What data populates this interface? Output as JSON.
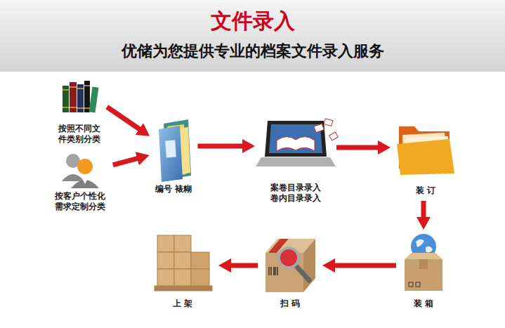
{
  "diagram": {
    "title": "文件录入",
    "nodes": [
      {
        "text": [
          "按照不同文件类别分类"
        ]
      },
      {
        "text": [
          "按客户个性化需求定制分类"
        ]
      },
      {
        "text": [
          "编号 裱糊"
        ]
      },
      {
        "text": [
          "案卷目录录入 卷内目录录入"
        ]
      },
      {
        "text": [
          "装 订"
        ]
      },
      {
        "text": [
          "装 箱"
        ]
      },
      {
        "text": [
          "扫 码"
        ]
      },
      {
        "text": [
          "上 架"
        ]
      }
    ],
    "edges": [
      {
        "from": 0,
        "to": 2,
        "arrow": "to"
      },
      {
        "from": 1,
        "to": 2,
        "arrow": "to"
      },
      {
        "from": 2,
        "to": 3,
        "arrow": "to"
      },
      {
        "from": 3,
        "to": 4,
        "arrow": "to"
      },
      {
        "from": 4,
        "to": 5,
        "arrow": "to"
      },
      {
        "from": 5,
        "to": 6,
        "arrow": "to"
      },
      {
        "from": 6,
        "to": 7,
        "arrow": "to"
      }
    ],
    "labels": [
      "优储为您提供专业的档案文件录入服务"
    ]
  }
}
